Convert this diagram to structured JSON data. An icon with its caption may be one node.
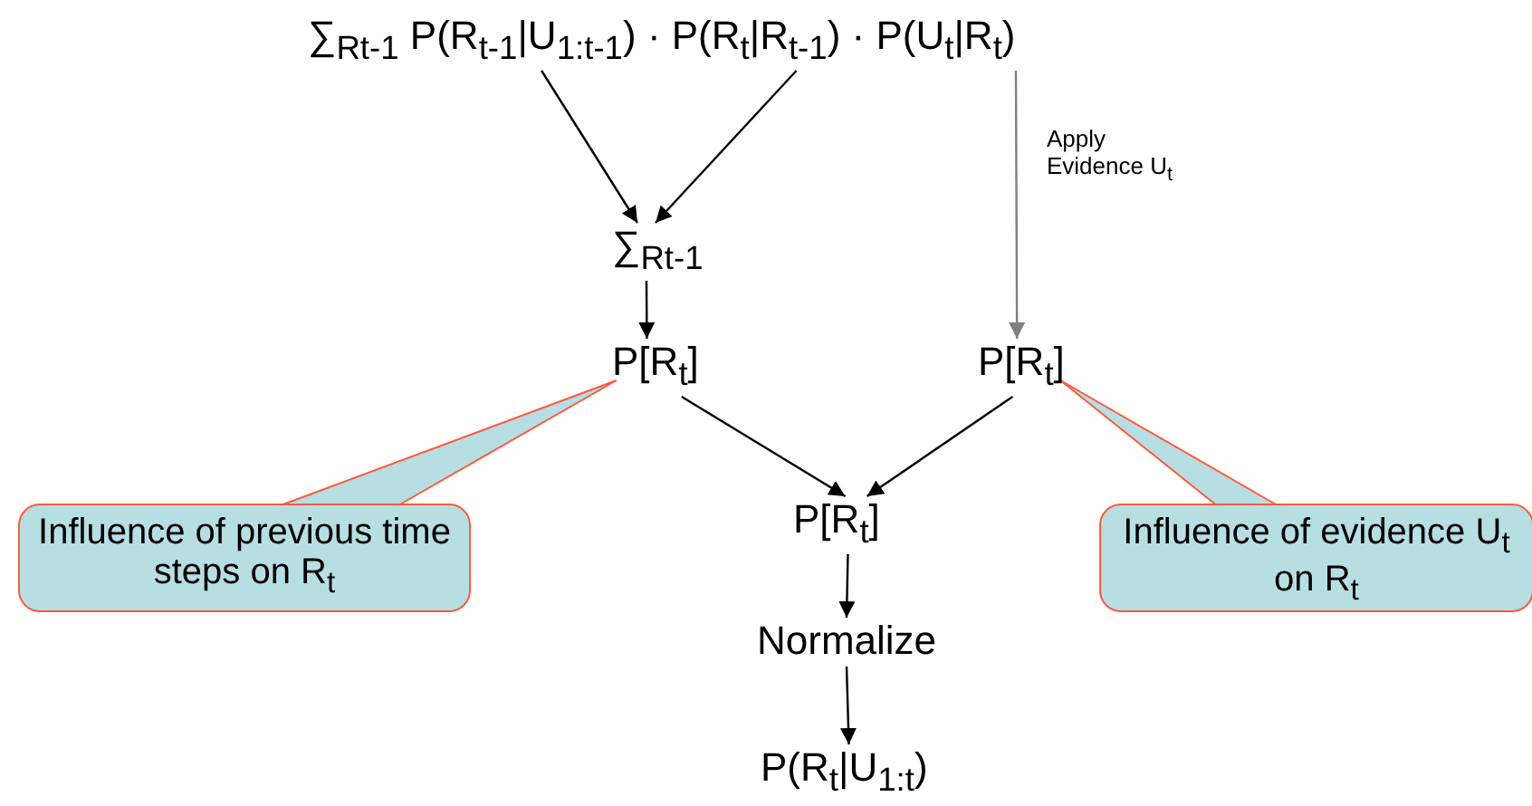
{
  "diagram": {
    "nodes": [
      {
        "text": [
          "∑$_{Rt-1}$ P(R$_{t-1}$|U$_{1:t-1}$) · P(R$_{t}$|R$_{t-1}$) · P(U$_{t}$|R$_{t}$)"
        ]
      },
      {
        "text": [
          "∑$_{Rt-1}$"
        ]
      },
      {
        "text": [
          "P[R$_{t}$]"
        ]
      },
      {
        "text": [
          "P[R$_{t}$]"
        ]
      },
      {
        "text": [
          "P[R$_{t}$]"
        ]
      },
      {
        "text": [
          "Normalize"
        ]
      },
      {
        "text": [
          "P(R$_{t}$|U$_{1:t}$)"
        ]
      },
      {
        "text": [
          "Influence of previous time steps on R$_{t}$"
        ]
      },
      {
        "text": [
          "Influence of evidence U$_{t}$ on R$_{t}$"
        ]
      }
    ],
    "edges": [
      {
        "from": 0,
        "to": 1,
        "arrow": "to"
      },
      {
        "from": 0,
        "to": 1,
        "arrow": "to"
      },
      {
        "from": 0,
        "to": 3,
        "arrow": "to",
        "label": "Apply Evidence U$_{t}$",
        "color": "#808080"
      },
      {
        "from": 1,
        "to": 2,
        "arrow": "to"
      },
      {
        "from": 2,
        "to": 4,
        "arrow": "to"
      },
      {
        "from": 3,
        "to": 4,
        "arrow": "to"
      },
      {
        "from": 4,
        "to": 5,
        "arrow": "to"
      },
      {
        "from": 5,
        "to": 6,
        "arrow": "to"
      },
      {
        "from": 7,
        "to": 2,
        "arrow": "none",
        "color": "#ff5a3c"
      },
      {
        "from": 8,
        "to": 3,
        "arrow": "none",
        "color": "#ff5a3c"
      }
    ]
  }
}
